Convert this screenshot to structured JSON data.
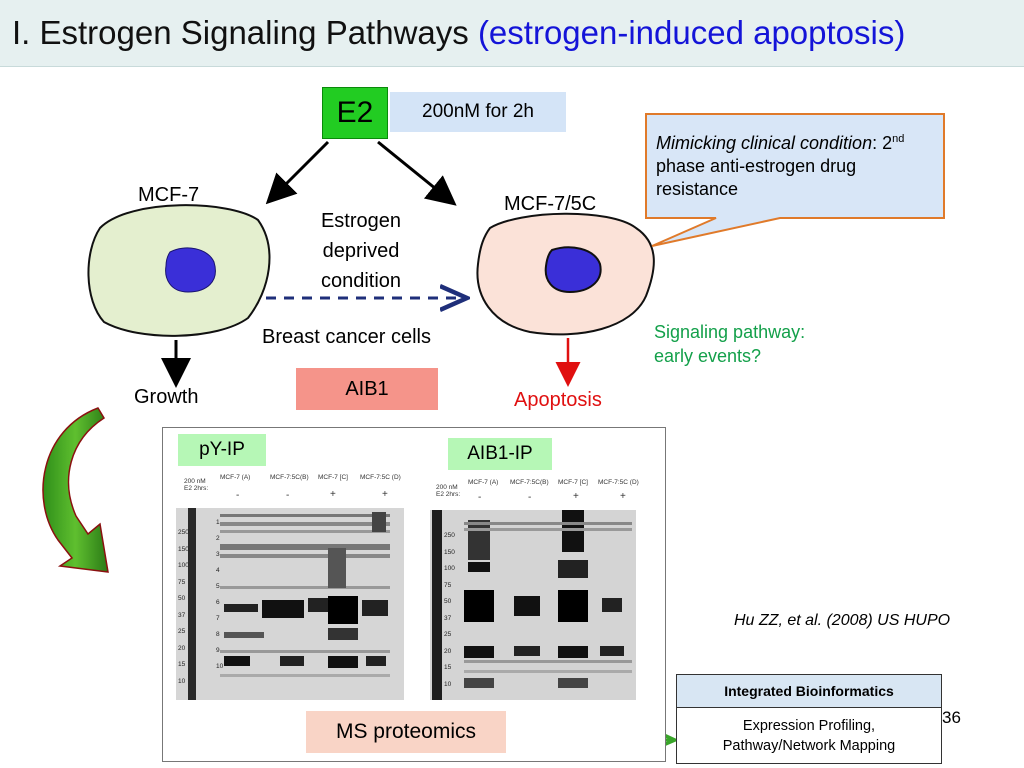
{
  "title": {
    "main": "I. Estrogen Signaling Pathways ",
    "sub": "(estrogen-induced apoptosis)"
  },
  "treatment": {
    "label": "E2",
    "dose": "200nM for 2h"
  },
  "cells": {
    "left": "MCF-7",
    "right": "MCF-7/5C",
    "group_label": "Breast cancer cells"
  },
  "condition": {
    "line1": "Estrogen",
    "line2": "deprived",
    "line3": "condition"
  },
  "outcomes": {
    "left": "Growth",
    "right": "Apoptosis"
  },
  "protein": {
    "label": "AIB1"
  },
  "callout": {
    "italic": "Mimicking clinical condition",
    "rest_pre": ": 2",
    "sup": "nd",
    "rest_post": " phase anti-estrogen drug resistance"
  },
  "signaling_note": {
    "line1": "Signaling pathway:",
    "line2": "early events?"
  },
  "gels": {
    "left_tag": "pY-IP",
    "right_tag": "AIB1-IP",
    "row_dose_1": "200 nM",
    "row_dose_2": "E2 2hrs:",
    "lanes": [
      "MCF-7 (A)",
      "MCF-7:5C(B)",
      "MCF-7 [C]",
      "MCF-7:5C (D)"
    ],
    "signs": [
      "-",
      "-",
      "+",
      "+"
    ],
    "mw_left": [
      "250",
      "150",
      "100",
      "75",
      "50",
      "37",
      "25",
      "20",
      "15",
      "10"
    ],
    "mw_right": [
      "250",
      "150",
      "100",
      "75",
      "50",
      "37",
      "25",
      "20",
      "15",
      "10"
    ],
    "band_numbers": [
      "1",
      "2",
      "3",
      "4",
      "5",
      "6",
      "7",
      "8",
      "9",
      "10"
    ]
  },
  "workflow": {
    "ms": "MS proteomics"
  },
  "citation": "Hu ZZ, et al. (2008) US HUPO",
  "bioinformatics": {
    "header": "Integrated Bioinformatics",
    "line1": "Expression Profiling,",
    "line2": "Pathway/Network Mapping"
  },
  "page_number": "36",
  "colors": {
    "title_highlight": "#1414d8",
    "e2_box": "#22cc22",
    "dose_box": "#d4e4f7",
    "aib1_box": "#f5948a",
    "apoptosis_text": "#e01010",
    "signaling_text": "#13a04a",
    "gel_tag": "#b6f7b6",
    "ms_box": "#f9d4c6",
    "workflow_arrow": "#3aa52a",
    "dashed_arrow": "#1f2f7a"
  }
}
